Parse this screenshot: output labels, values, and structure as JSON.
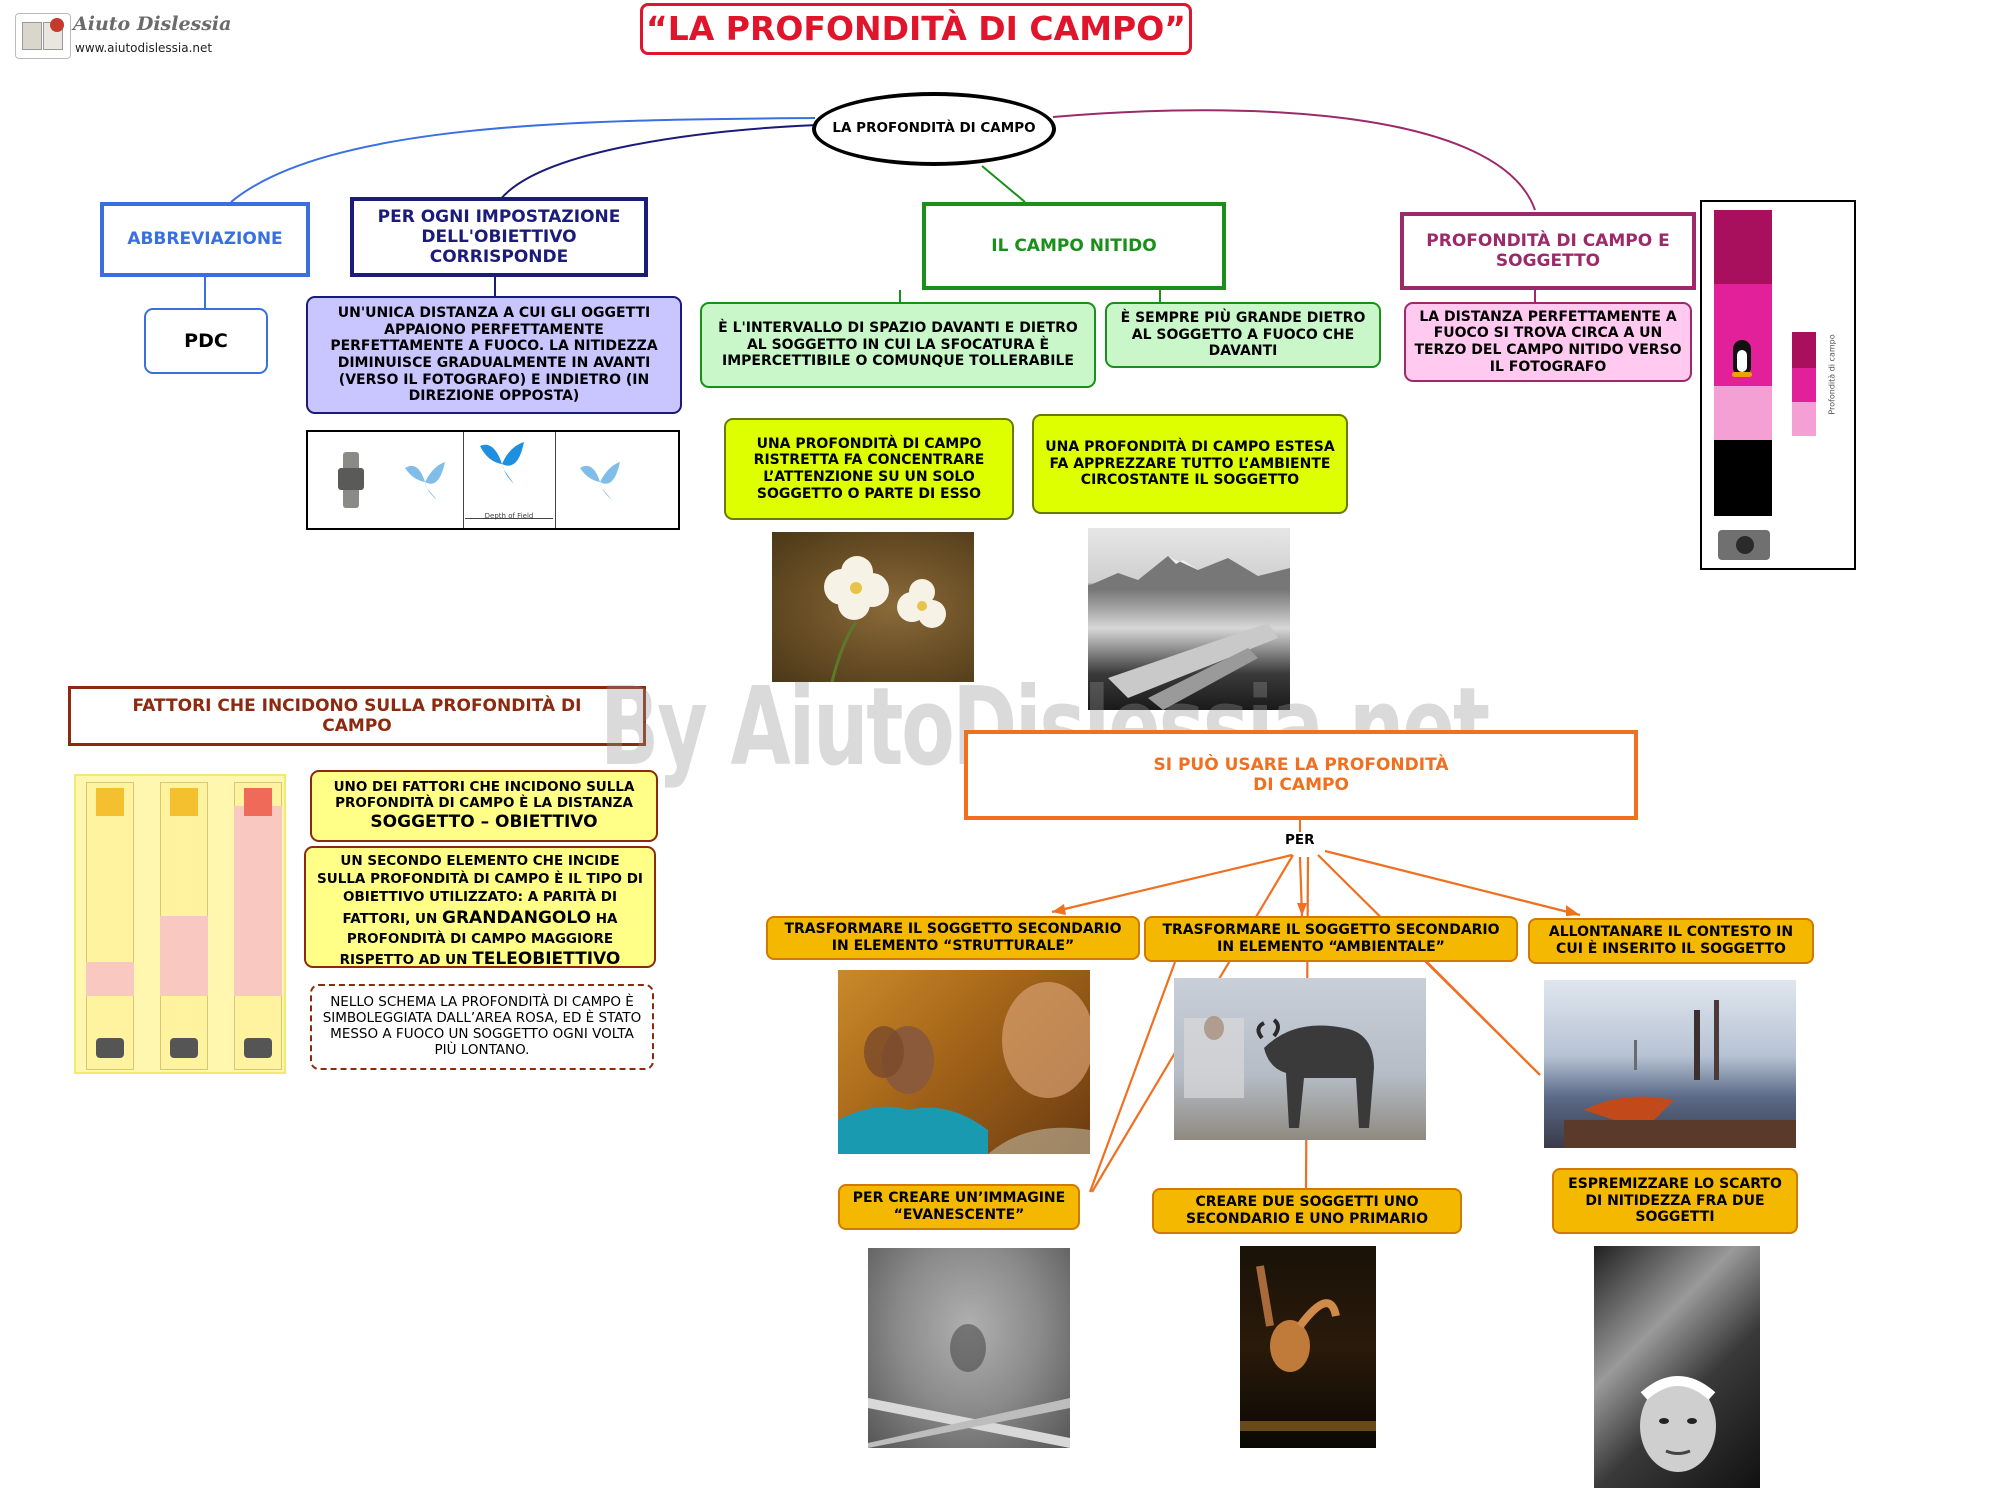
{
  "logo": {
    "brand": "Aiuto Dislessia",
    "url": "www.aiutodislessia.net"
  },
  "title": "“LA PROFONDITÀ DI CAMPO”",
  "central_node": "LA PROFONDITÀ DI CAMPO",
  "watermark": "By AiutoDislessia.net",
  "branches": {
    "abbreviazione": {
      "label": "ABBREVIAZIONE",
      "value": "PDC"
    },
    "impostazione": {
      "label": "PER OGNI IMPOSTAZIONE DELL'OBIETTIVO CORRISPONDE",
      "text": "UN'UNICA DISTANZA A CUI GLI OGGETTI APPAIONO PERFETTAMENTE PERFETTAMENTE A FUOCO. LA NITIDEZZA DIMINUISCE GRADUALMENTE IN AVANTI (VERSO IL FOTOGRAFO) E INDIETRO (IN DIREZIONE OPPOSTA)",
      "diagram_caption": "Depth of Field"
    },
    "campo_nitido": {
      "label": "IL CAMPO NITIDO",
      "definition": "È L'INTERVALLO DI SPAZIO DAVANTI E DIETRO AL SOGGETTO IN CUI LA SFOCATURA È IMPERCETTIBILE O COMUNQUE TOLLERABILE",
      "note": "È SEMPRE PIÙ GRANDE DIETRO AL SOGGETTO A FUOCO CHE DAVANTI",
      "ristretta": "UNA PROFONDITÀ DI CAMPO RISTRETTA FA CONCENTRARE L’ATTENZIONE SU UN SOLO SOGGETTO O PARTE DI ESSO",
      "estesa": "UNA PROFONDITÀ DI CAMPO ESTESA FA APPREZZARE TUTTO L’AMBIENTE CIRCOSTANTE IL SOGGETTO"
    },
    "soggetto": {
      "label": "PROFONDITÀ DI CAMPO E SOGGETTO",
      "text": "LA DISTANZA PERFETTAMENTE A FUOCO SI TROVA CIRCA A UN TERZO DEL CAMPO NITIDO VERSO IL FOTOGRAFO",
      "bar_caption": "Profondità di campo"
    }
  },
  "fattori": {
    "title": "FATTORI CHE INCIDONO SULLA PROFONDITÀ DI CAMPO",
    "f1": {
      "text": "UNO DEI FATTORI CHE INCIDONO SULLA PROFONDITÀ DI CAMPO È LA DISTANZA",
      "emph": "SOGGETTO – OBIETTIVO"
    },
    "f2": {
      "pre": "UN SECONDO ELEMENTO CHE INCIDE SULLA PROFONDITÀ DI CAMPO È IL TIPO DI OBIETTIVO UTILIZZATO: A PARITÀ DI FATTORI, UN",
      "emph1": "GRANDANGOLO",
      "mid": "HA PROFONDITÀ DI CAMPO MAGGIORE RISPETTO AD UN",
      "emph2": "TELEOBIETTIVO"
    },
    "note": "NELLO SCHEMA LA PROFONDITÀ DI CAMPO È SIMBOLEGGIATA DALL’AREA ROSA, ED È STATO MESSO A FUOCO UN SOGGETTO OGNI VOLTA PIÙ LONTANO."
  },
  "usi": {
    "title": "SI PUÒ USARE LA PROFONDITÀ DI CAMPO",
    "connector": "PER",
    "items": [
      "TRASFORMARE IL SOGGETTO SECONDARIO IN ELEMENTO “STRUTTURALE”",
      "TRASFORMARE IL SOGGETTO SECONDARIO IN ELEMENTO “AMBIENTALE”",
      "ALLONTANARE IL CONTESTO IN CUI È INSERITO IL SOGGETTO",
      "PER CREARE UN’IMMAGINE “EVANESCENTE”",
      "CREARE DUE SOGGETTI UNO SECONDARIO E UNO PRIMARIO",
      "ESPREMIZZARE LO SCARTO DI NITIDEZZA FRA DUE SOGGETTI"
    ]
  },
  "colors": {
    "title": "#e0142b",
    "blue": "#3a6fe0",
    "navy": "#1b1b7a",
    "green": "#1a8f1a",
    "magenta": "#9c2a6a",
    "brown": "#8b2a0f",
    "orange": "#f07020",
    "yellow": "#f5b800",
    "lime": "#ddff00",
    "lavender": "#c9c6ff",
    "mint": "#c9f7c9",
    "pink": "#ffc9f0"
  }
}
